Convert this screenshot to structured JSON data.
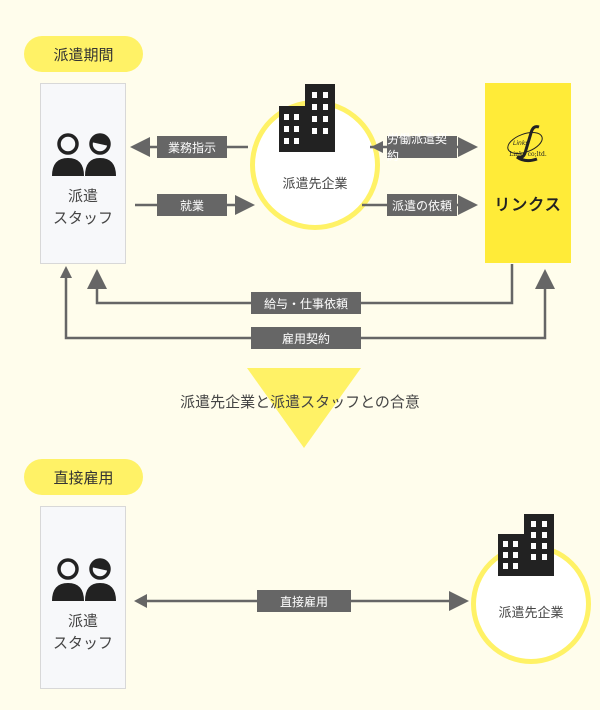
{
  "sections": {
    "dispatch_period": "派遣期間",
    "direct_hire": "直接雇用"
  },
  "staff": {
    "label_line1": "派遣",
    "label_line2": "スタッフ"
  },
  "company": {
    "label": "派遣先企業"
  },
  "links": {
    "name": "リンクス",
    "logo_text": "Links co;ltd.",
    "logo_script": "Links"
  },
  "tags": {
    "work_instructions": "業務指示",
    "employment_work": "就業",
    "worker_dispatch_contract": "労働派遣契約",
    "dispatch_request": "派遣の依頼",
    "salary_job_request": "給与・仕事依頼",
    "employment_contract": "雇用契約",
    "direct_hire": "直接雇用"
  },
  "agreement": "派遣先企業と派遣スタッフとの合意",
  "colors": {
    "background": "#fffdec",
    "accent_yellow": "#fff266",
    "links_yellow": "#ffeb38",
    "arrow_gray": "#666666",
    "icon_dark": "#222222"
  }
}
